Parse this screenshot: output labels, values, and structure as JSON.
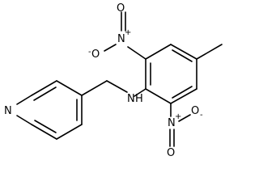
{
  "molecule": {
    "atoms": {
      "amine_nitrogen": "N",
      "amine_hydrogen": "H",
      "pyridine_nitrogen": "N",
      "nitro_top_nitrogen": "N",
      "nitro_top_charge": "+",
      "nitro_top_oxygen_left": "O",
      "nitro_top_oxygen_left_charge": "-",
      "nitro_top_oxygen_up": "O",
      "nitro_bottom_nitrogen": "N",
      "nitro_bottom_charge": "+",
      "nitro_bottom_oxygen_down": "O",
      "nitro_bottom_oxygen_right": "O",
      "nitro_bottom_oxygen_right_charge": "-"
    }
  }
}
